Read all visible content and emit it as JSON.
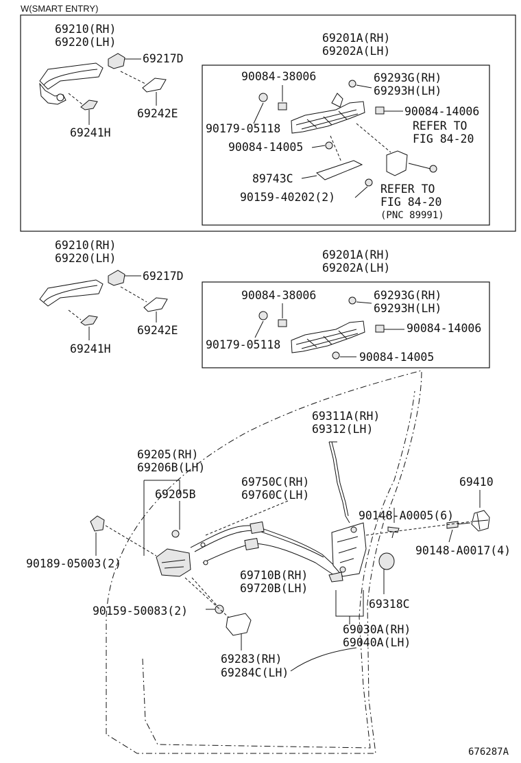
{
  "header": "W(SMART ENTRY)",
  "footer_code": "676287A",
  "upper": {
    "handle": [
      "69210(RH)",
      "69220(LH)"
    ],
    "cap": "69217D",
    "pad": "69242E",
    "seal": "69241H",
    "frame": [
      "69201A(RH)",
      "69202A(LH)"
    ],
    "screw_38006": "90084-38006",
    "cap_g": [
      "69293G(RH)",
      "69293H(LH)"
    ],
    "screw_14006": "90084-14006",
    "refer_1": [
      "REFER TO",
      "FIG 84-20"
    ],
    "nut_05118": "90179-05118",
    "screw_14005": "90084-14005",
    "antenna": "89743C",
    "bolt_40202": "90159-40202(2)",
    "refer_2": [
      "REFER TO",
      "FIG 84-20",
      "(PNC 89991)"
    ]
  },
  "middle": {
    "handle": [
      "69210(RH)",
      "69220(LH)"
    ],
    "cap": "69217D",
    "pad": "69242E",
    "seal": "69241H",
    "frame": [
      "69201A(RH)",
      "69202A(LH)"
    ],
    "screw_38006": "90084-38006",
    "cap_g": [
      "69293G(RH)",
      "69293H(LH)"
    ],
    "screw_14006": "90084-14006",
    "nut_05118": "90179-05118",
    "screw_14005": "90084-14005"
  },
  "lower": {
    "link": [
      "69311A(RH)",
      "69312(LH)"
    ],
    "inside_handle": [
      "69205(RH)",
      "69206B(LH)"
    ],
    "bezel": "69205B",
    "cable_upper": [
      "69750C(RH)",
      "69760C(LH)"
    ],
    "striker": "69410",
    "screw_a0005": "90148-A0005(6)",
    "screw_a0017": "90148-A0017(4)",
    "clip": "90189-05003(2)",
    "cable_lower": [
      "69710B(RH)",
      "69720B(LH)"
    ],
    "grommet": "69318C",
    "bolt_50083": "90159-50083(2)",
    "lock": [
      "69030A(RH)",
      "69040A(LH)"
    ],
    "cover": [
      "69283(RH)",
      "69284C(LH)"
    ]
  }
}
